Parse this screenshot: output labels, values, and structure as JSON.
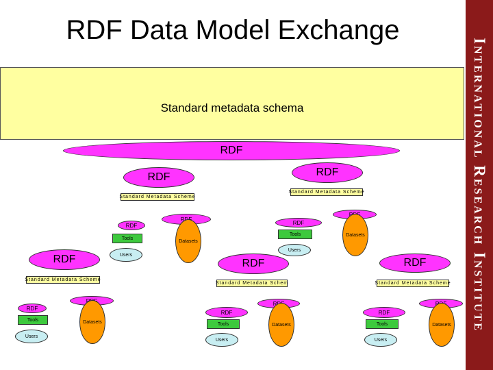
{
  "title": "RDF Data Model Exchange",
  "band_label": "Standard metadata schema",
  "side_text": "International Research Institute",
  "rdf": "RDF",
  "scheme": "Standard  Metadata  Scheme",
  "scheme_short": "Standard  Metadata  Schem",
  "tools": "Tools",
  "users": "Users",
  "datasets": "Datasets",
  "colors": {
    "rdf": "#ff33ff",
    "band": "#ffffa0",
    "tools": "#3dc93d",
    "users": "#c8eef2",
    "datasets": "#ff9900",
    "sidebar": "#8b1a1a"
  }
}
